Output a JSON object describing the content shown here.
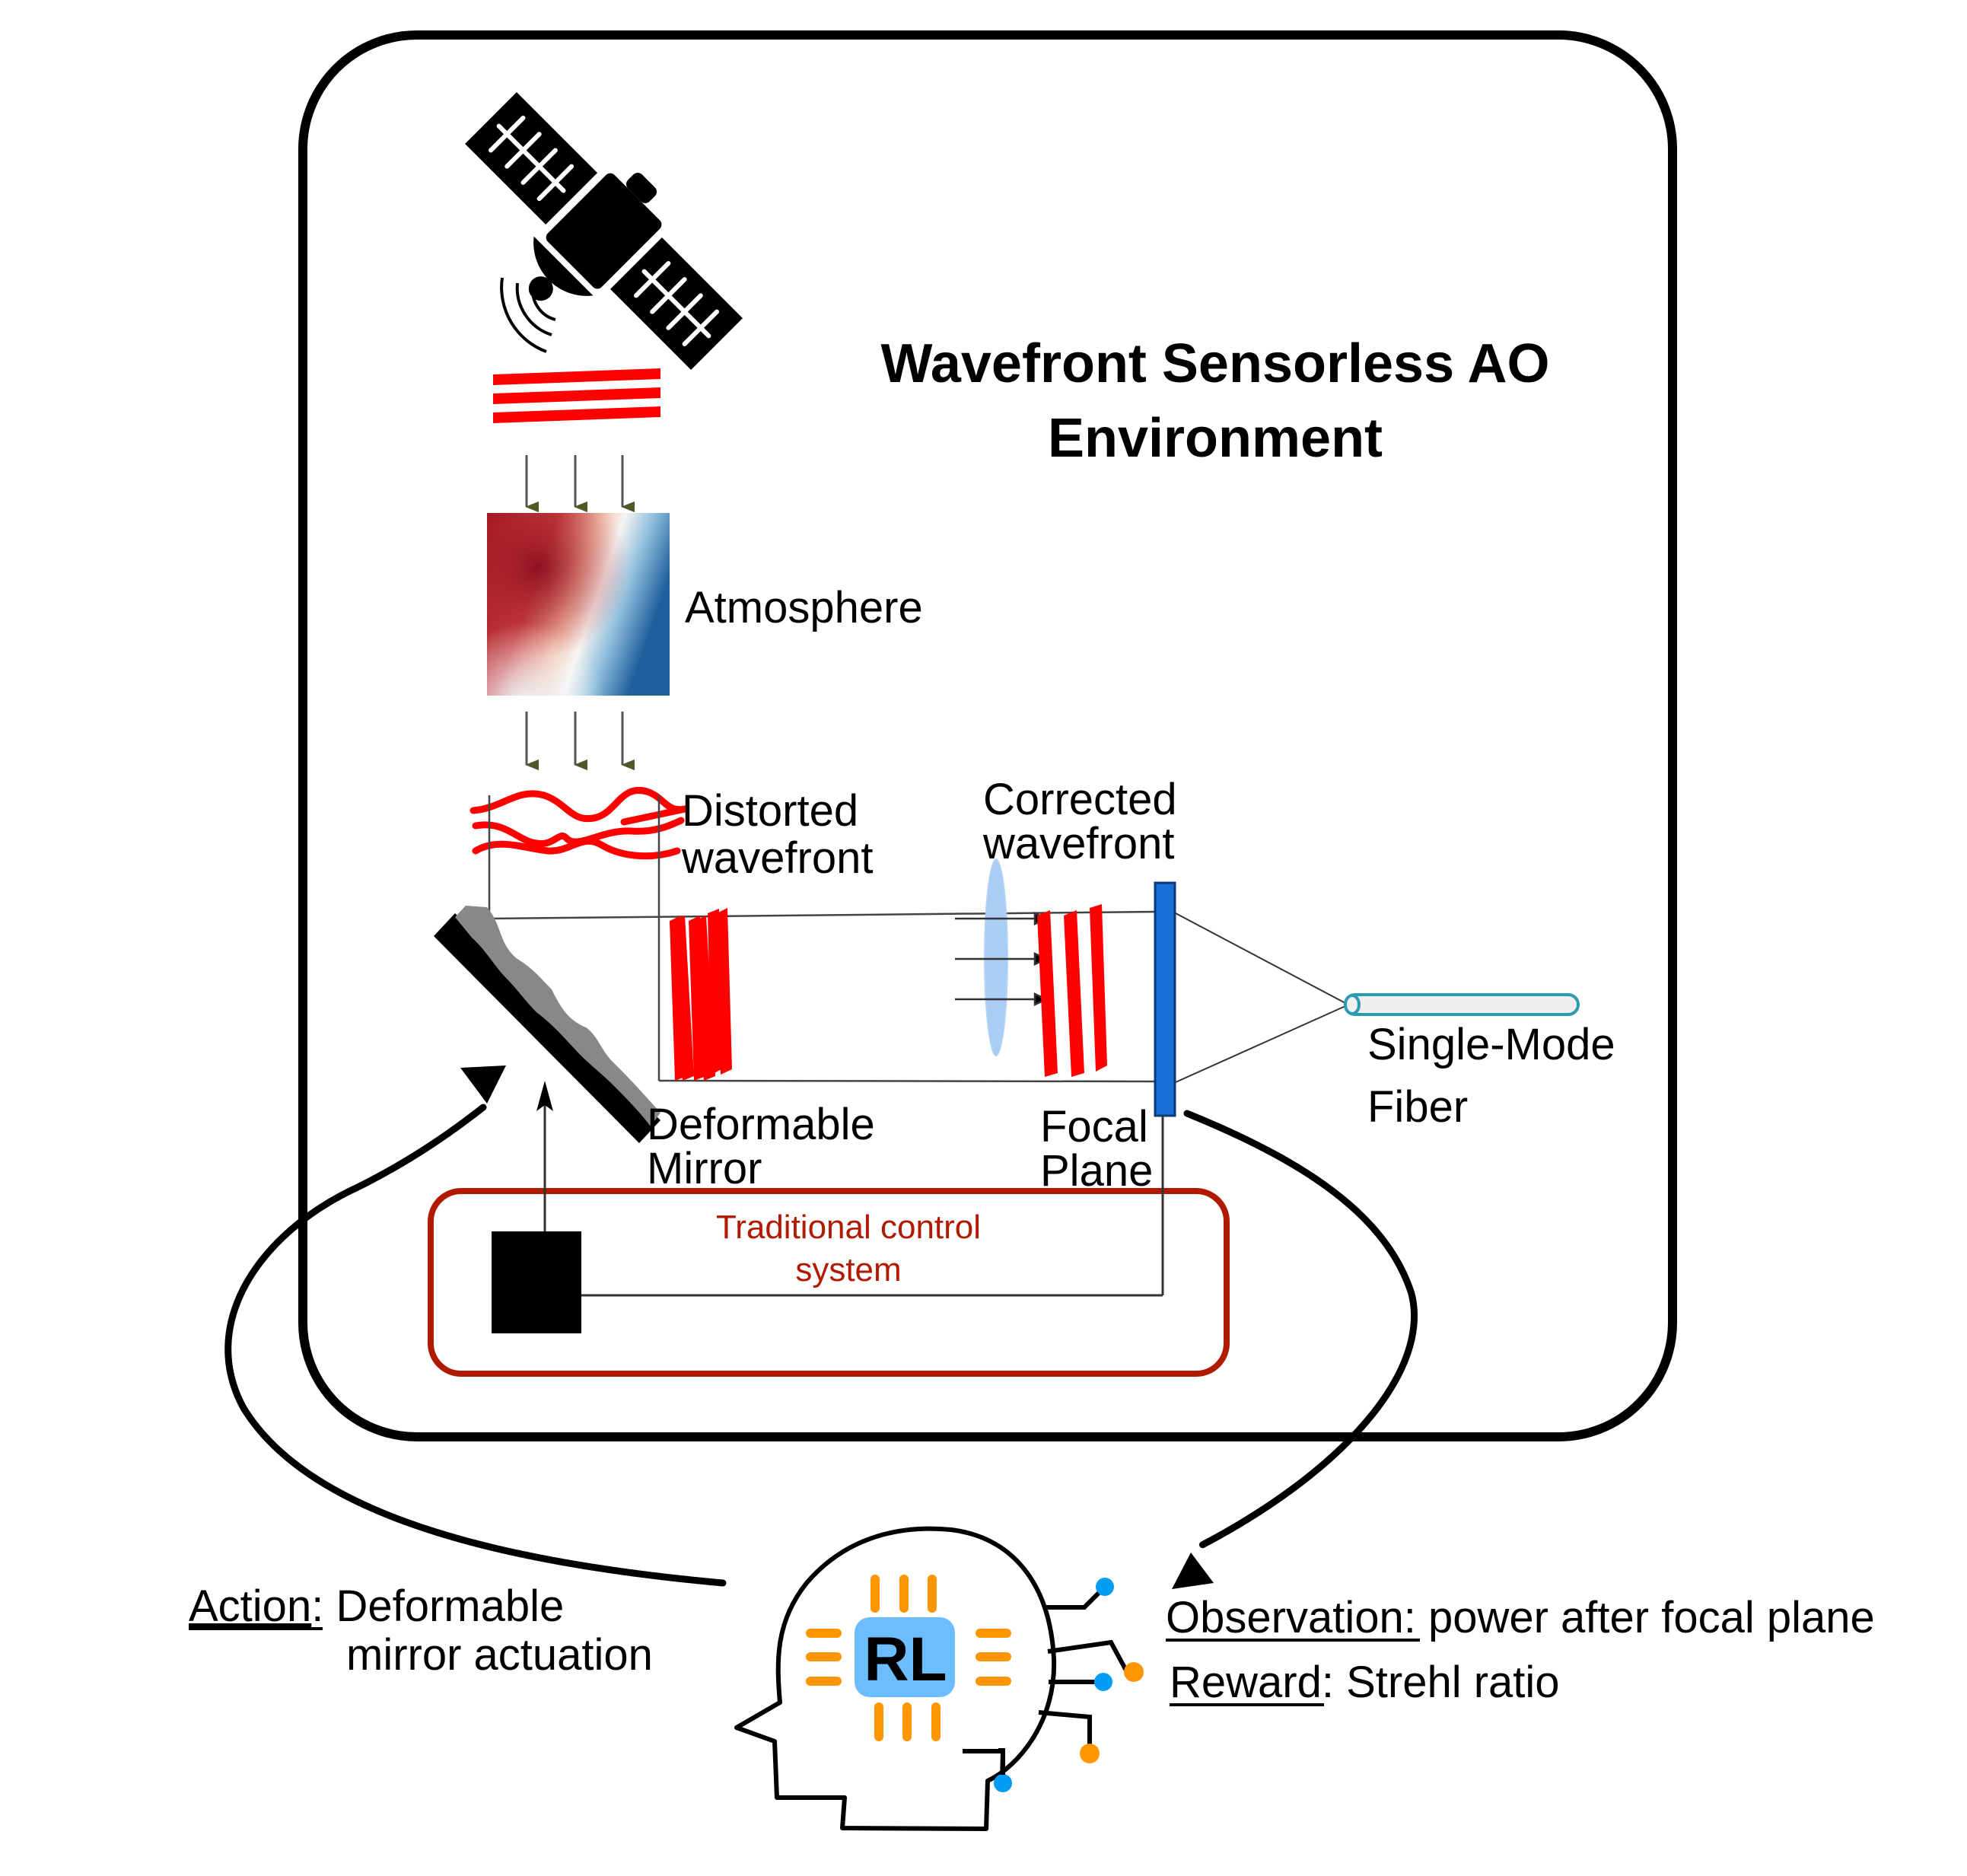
{
  "title": {
    "line1": "Wavefront Sensorless AO",
    "line2": "Environment"
  },
  "labels": {
    "atmosphere": "Atmosphere",
    "distorted_line1": "Distorted",
    "distorted_line2": "wavefront",
    "corrected_line1": "Corrected",
    "corrected_line2": "wavefront",
    "deformable_line1": "Deformable",
    "deformable_line2": "Mirror",
    "focal_line1": "Focal",
    "focal_line2": "Plane",
    "fiber_line1": "Single-Mode",
    "fiber_line2": "Fiber",
    "traditional_line1": "Traditional control",
    "traditional_line2": "system"
  },
  "agent": {
    "chip_label": "RL",
    "action_key": "Action",
    "action_sep": ":",
    "action_line1": " Deformable",
    "action_line2": "mirror actuation",
    "observation_key": "Observation",
    "observation_value": ": power after focal plane",
    "reward_key": "Reward",
    "reward_value": ": Strehl ratio"
  },
  "icons": {
    "satellite": "satellite-icon",
    "head": "brain-head-icon",
    "chip": "chip-icon"
  },
  "colors": {
    "wavefront_red": "#ff0000",
    "control_border": "#b01a00",
    "focal_plane_blue": "#1a6fd6",
    "lens_blue": "#a9cdf3",
    "fiber_teal": "#2a9bb0",
    "chip_blue": "#6cbdfd",
    "pin_orange": "#ff9500",
    "node_blue": "#039cf5",
    "node_orange": "#ff9500"
  }
}
